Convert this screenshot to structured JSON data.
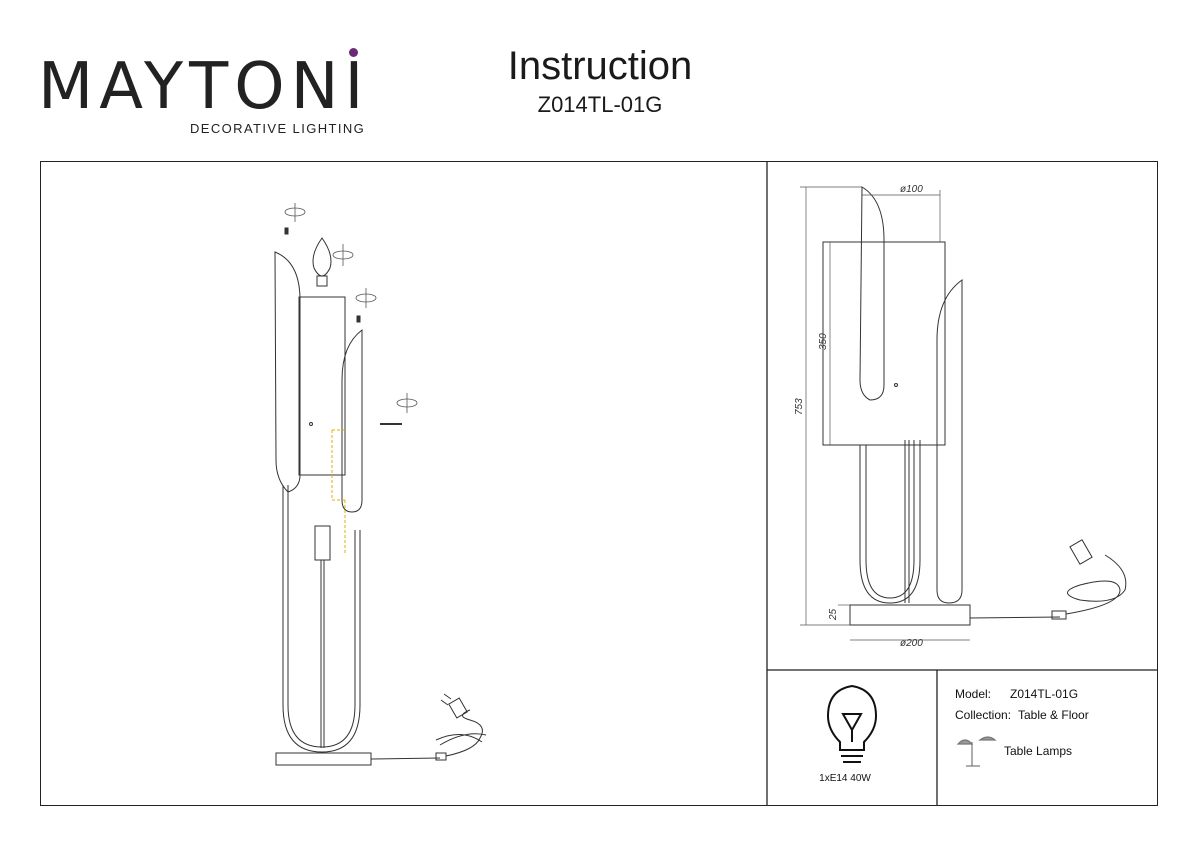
{
  "header": {
    "brand": "MAYTONI",
    "brand_tagline": "DECORATIVE LIGHTING",
    "title": "Instruction",
    "model_code": "Z014TL-01G"
  },
  "dimensions": {
    "shade_diameter": "ø100",
    "shade_height": "350",
    "total_height": "753",
    "base_height": "25",
    "base_diameter": "ø200"
  },
  "info": {
    "model_label": "Model:",
    "model_value": "Z014TL-01G",
    "collection_label": "Collection:",
    "collection_value": "Table & Floor",
    "category": "Table Lamps",
    "bulb_spec": "1xE14 40W"
  },
  "colors": {
    "line": "#222222",
    "brand_dot": "#6b2b73",
    "guide": "#e0b000"
  }
}
